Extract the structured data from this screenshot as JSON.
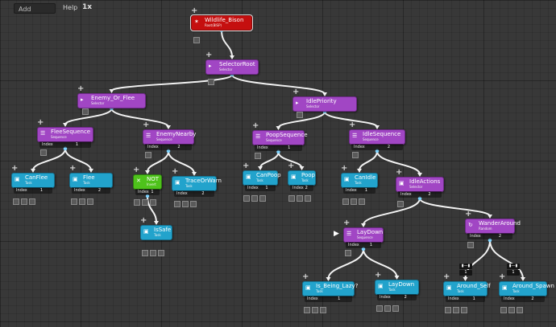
{
  "toolbar": {
    "add_label": "Add",
    "help_label": "Help",
    "zoom": "1x"
  },
  "index_label": "Index",
  "nodes": {
    "root": {
      "title": "Wildlife_Bison",
      "subtitle": "Root(BISP)"
    },
    "selector_root": {
      "title": "SelectorRoot",
      "subtitle": "Selector"
    },
    "enemy_or_flee": {
      "title": "Enemy_Or_Flee",
      "subtitle": "Selector"
    },
    "idle_priority": {
      "title": "IdlePriority",
      "subtitle": "Selector"
    },
    "flee_sequence": {
      "title": "FleeSequence",
      "subtitle": "Sequence",
      "index": "1"
    },
    "enemy_nearby": {
      "title": "EnemyNearby",
      "subtitle": "Sequence",
      "index": "2"
    },
    "poop_sequence": {
      "title": "PoopSequence",
      "subtitle": "Sequence",
      "index": "1"
    },
    "idle_sequence": {
      "title": "IdleSequence",
      "subtitle": "Sequence",
      "index": "2"
    },
    "can_flee": {
      "title": "CanFlee",
      "subtitle": "Task",
      "index": "1"
    },
    "flee": {
      "title": "Flee",
      "subtitle": "Task",
      "index": "2"
    },
    "not": {
      "title": "NOT",
      "subtitle": "Invert",
      "index": "1"
    },
    "trace_or_warn": {
      "title": "TraceOrWarn",
      "subtitle": "Task",
      "index": "2"
    },
    "can_poop": {
      "title": "CanPoop",
      "subtitle": "Task",
      "index": "1"
    },
    "poop": {
      "title": "Poop",
      "subtitle": "Task",
      "index": "2"
    },
    "can_idle": {
      "title": "CanIdle",
      "subtitle": "Task",
      "index": "1"
    },
    "idle_actions": {
      "title": "IdleActions",
      "subtitle": "Selector",
      "index": "2"
    },
    "is_safe": {
      "title": "IsSafe",
      "subtitle": "Task"
    },
    "lay_down_seq": {
      "title": "LayDown",
      "subtitle": "Sequence",
      "index": "1"
    },
    "wander_around": {
      "title": "WanderAround",
      "subtitle": "Random",
      "index": "2"
    },
    "is_being_lazy": {
      "title": "Is_Being_Lazy?",
      "subtitle": "Task",
      "index": "1"
    },
    "lay_down_task": {
      "title": "LayDown",
      "subtitle": "Task",
      "index": "2"
    },
    "around_self": {
      "title": "Around_Self",
      "subtitle": "Task",
      "index": "1"
    },
    "around_spawn": {
      "title": "Around_Spawn",
      "subtitle": "Task",
      "index": "2"
    }
  },
  "weights": {
    "around_self": "1",
    "around_spawn": "1"
  },
  "colors": {
    "root": "#c50f0f",
    "composite": "#a146c4",
    "task": "#22a3cc",
    "decorator": "#4ec21b",
    "link": "#f2f2f2",
    "port": "#7fd4ff"
  }
}
